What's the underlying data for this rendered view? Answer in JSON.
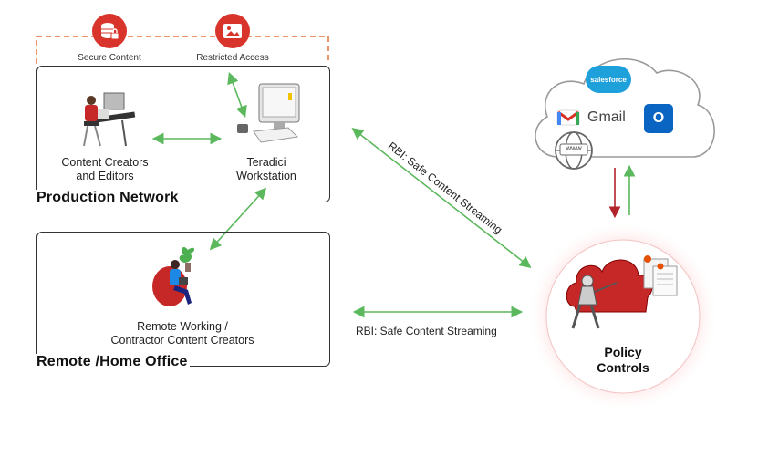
{
  "top_icons": [
    {
      "label": "Secure Content",
      "icon": "database-lock-icon"
    },
    {
      "label": "Restricted Access",
      "icon": "image-icon"
    }
  ],
  "production_network": {
    "title": "Production Network",
    "content_creators": "Content Creators\nand Editors",
    "workstation": "Teradici\nWorkstation"
  },
  "remote_office": {
    "title": "Remote /Home Office",
    "remote_workers": "Remote Working /\nContractor Content Creators"
  },
  "rbi": {
    "diagonal": "RBI: Safe Content Streaming",
    "horizontal": "RBI: Safe Content Streaming"
  },
  "cloud": {
    "salesforce": "salesforce",
    "gmail": "Gmail",
    "www": "www",
    "outlook": "O"
  },
  "policy": {
    "title": "Policy\nControls"
  },
  "colors": {
    "accent_red": "#d9342b",
    "arrow_green": "#5cb85c",
    "arrow_red": "#b0232a",
    "dashed_orange": "#e8703a"
  }
}
